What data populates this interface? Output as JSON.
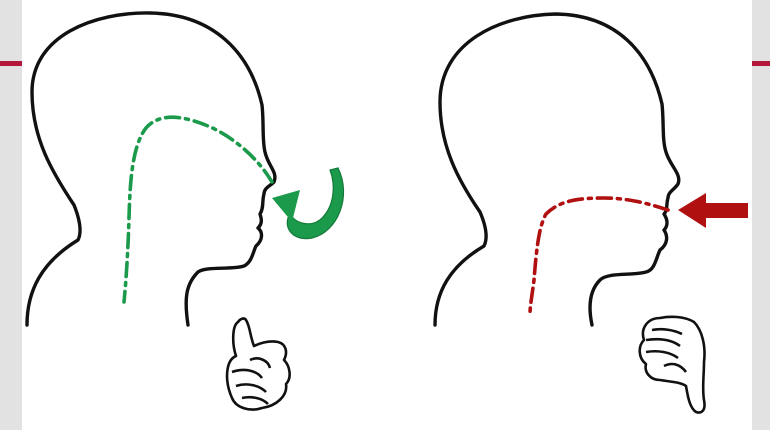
{
  "figure": {
    "left_panel": {
      "meaning": "good",
      "breathing_route": "nose",
      "airway_color": "#1a9a4a",
      "arrow_color": "#1a9a4a",
      "gesture": "thumbs-up"
    },
    "right_panel": {
      "meaning": "bad",
      "breathing_route": "mouth",
      "airway_color": "#b01010",
      "arrow_color": "#b01010",
      "gesture": "thumbs-down"
    },
    "accent_color": "#b3173b"
  }
}
